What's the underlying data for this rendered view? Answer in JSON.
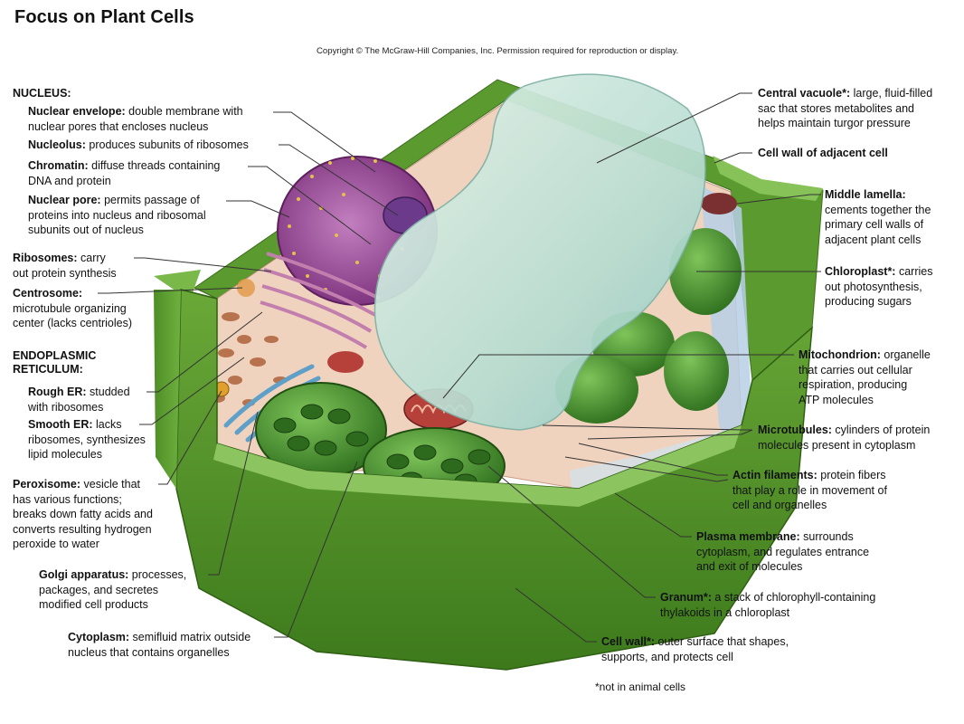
{
  "title": "Focus on Plant Cells",
  "copyright": "Copyright © The McGraw-Hill Companies, Inc. Permission required for reproduction or display.",
  "footnote": "*not in animal cells",
  "headers": {
    "nucleus": "NUCLEUS:",
    "er_line1": "ENDOPLASMIC",
    "er_line2": "RETICULUM:"
  },
  "labels": [
    {
      "id": "nuclear-envelope",
      "term": "Nuclear envelope:",
      "lines": [
        " double membrane with",
        "nuclear pores that encloses nucleus"
      ]
    },
    {
      "id": "nucleolus",
      "term": "Nucleolus:",
      "lines": [
        " produces subunits of ribosomes"
      ]
    },
    {
      "id": "chromatin",
      "term": "Chromatin:",
      "lines": [
        " diffuse threads containing",
        "DNA and protein"
      ]
    },
    {
      "id": "nuclear-pore",
      "term": "Nuclear pore:",
      "lines": [
        " permits passage of",
        "proteins into nucleus and ribosomal",
        "subunits out of nucleus"
      ]
    },
    {
      "id": "ribosomes",
      "term": "Ribosomes:",
      "lines": [
        " carry",
        "out protein synthesis"
      ]
    },
    {
      "id": "centrosome",
      "term": "Centrosome:",
      "lines": [
        "",
        "microtubule organizing",
        "center (lacks centrioles)"
      ]
    },
    {
      "id": "rough-er",
      "term": "Rough ER:",
      "lines": [
        " studded",
        "with ribosomes"
      ]
    },
    {
      "id": "smooth-er",
      "term": "Smooth ER:",
      "lines": [
        " lacks",
        "ribosomes, synthesizes",
        "lipid molecules"
      ]
    },
    {
      "id": "peroxisome",
      "term": "Peroxisome:",
      "lines": [
        " vesicle that",
        "has various functions;",
        "breaks down fatty acids and",
        "converts resulting hydrogen",
        "peroxide to water"
      ]
    },
    {
      "id": "golgi",
      "term": "Golgi apparatus:",
      "lines": [
        " processes,",
        "packages, and secretes",
        "modified cell products"
      ]
    },
    {
      "id": "cytoplasm",
      "term": "Cytoplasm:",
      "lines": [
        " semifluid matrix outside",
        "nucleus that contains organelles"
      ]
    },
    {
      "id": "central-vacuole",
      "term": "Central vacuole*:",
      "lines": [
        " large, fluid-filled",
        "sac that stores metabolites and",
        "helps maintain turgor pressure"
      ]
    },
    {
      "id": "cell-wall-adjacent",
      "term": "Cell wall of adjacent cell",
      "lines": [
        ""
      ]
    },
    {
      "id": "middle-lamella",
      "term": "Middle lamella:",
      "lines": [
        "",
        "cements together the",
        "primary cell walls of",
        "adjacent plant cells"
      ]
    },
    {
      "id": "chloroplast",
      "term": "Chloroplast*:",
      "lines": [
        " carries",
        "out photosynthesis,",
        "producing sugars"
      ]
    },
    {
      "id": "mitochondrion",
      "term": "Mitochondrion:",
      "lines": [
        " organelle",
        "that carries out cellular",
        "respiration, producing",
        "ATP molecules"
      ]
    },
    {
      "id": "microtubules",
      "term": "Microtubules:",
      "lines": [
        " cylinders of protein",
        "molecules present in cytoplasm"
      ]
    },
    {
      "id": "actin-filaments",
      "term": "Actin filaments:",
      "lines": [
        " protein fibers",
        "that play a role in movement of",
        "cell and organelles"
      ]
    },
    {
      "id": "plasma-membrane",
      "term": "Plasma membrane:",
      "lines": [
        " surrounds",
        "cytoplasm, and regulates entrance",
        "and exit of molecules"
      ]
    },
    {
      "id": "granum",
      "term": "Granum*:",
      "lines": [
        " a stack of chlorophyll-containing",
        "thylakoids in a chloroplast"
      ]
    },
    {
      "id": "cell-wall",
      "term": "Cell wall*:",
      "lines": [
        " outer surface that shapes,",
        "supports, and protects cell"
      ]
    }
  ],
  "colors": {
    "cell_wall": "#5e9a2e",
    "cell_wall_dark": "#3f7a1e",
    "cytoplasm": "#f1d2bf",
    "vacuole": "#bfe0d6",
    "nucleus": "#a24f9a",
    "chloroplast": "#3d8a2a",
    "mitochondrion": "#b23a3a",
    "leader": "#333333"
  }
}
